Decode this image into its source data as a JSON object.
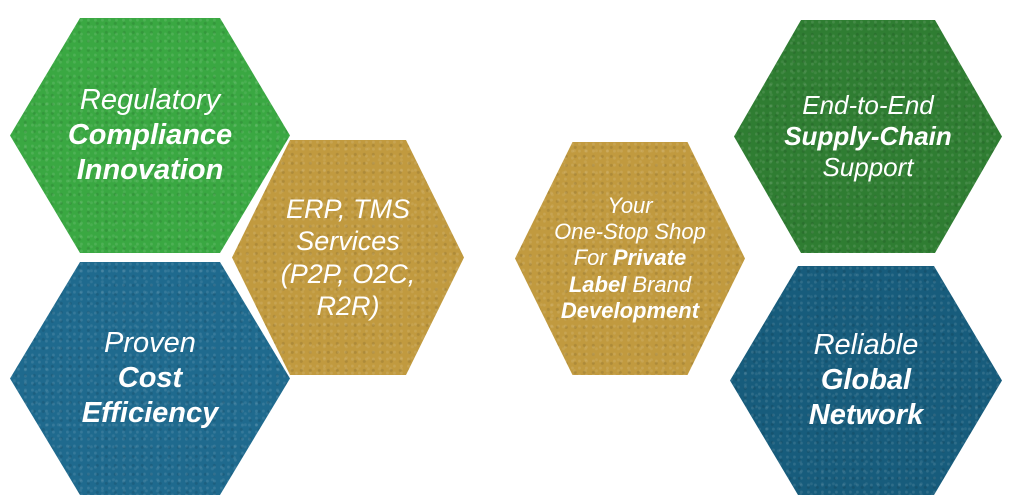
{
  "hexagons": {
    "regulatory": {
      "line1": "Regulatory",
      "line2": "Compliance",
      "line3": "Innovation"
    },
    "proven": {
      "line1": "Proven",
      "line2": "Cost",
      "line3": "Efficiency"
    },
    "erp": {
      "line1": "ERP, TMS",
      "line2": "Services",
      "line3": "(P2P, O2C,",
      "line4": "R2R)"
    },
    "onestop": {
      "line1": "Your",
      "line2": "One-Stop Shop",
      "line3a": "For ",
      "line3b": "Private",
      "line4a": "Label",
      "line4b": " Brand",
      "line5": "Development"
    },
    "endtoend": {
      "line1": "End-to-End",
      "line2": "Supply-Chain",
      "line3": "Support"
    },
    "reliable": {
      "line1": "Reliable",
      "line2": "Global",
      "line3": "Network"
    }
  },
  "colors": {
    "green_light": "#3aa842",
    "green_dark": "#2f7d32",
    "blue": "#1f6a8e",
    "blue_dark": "#175c7c",
    "gold": "#c19a3f"
  }
}
